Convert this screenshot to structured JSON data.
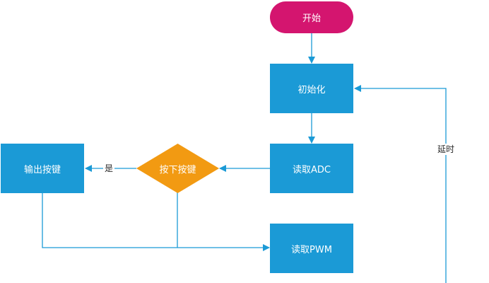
{
  "colors": {
    "process": "#1b9ad6",
    "start": "#d4156f",
    "decision": "#f29a12",
    "connector": "#1b9ad6",
    "edge_label": "#2a2a2a"
  },
  "nodes": {
    "start": "开始",
    "init": "初始化",
    "read_adc": "读取ADC",
    "key_pressed": "按下按键",
    "output_key": "输出按键",
    "read_pwm": "读取PWM"
  },
  "edge_labels": {
    "yes": "是",
    "delay": "延时"
  }
}
